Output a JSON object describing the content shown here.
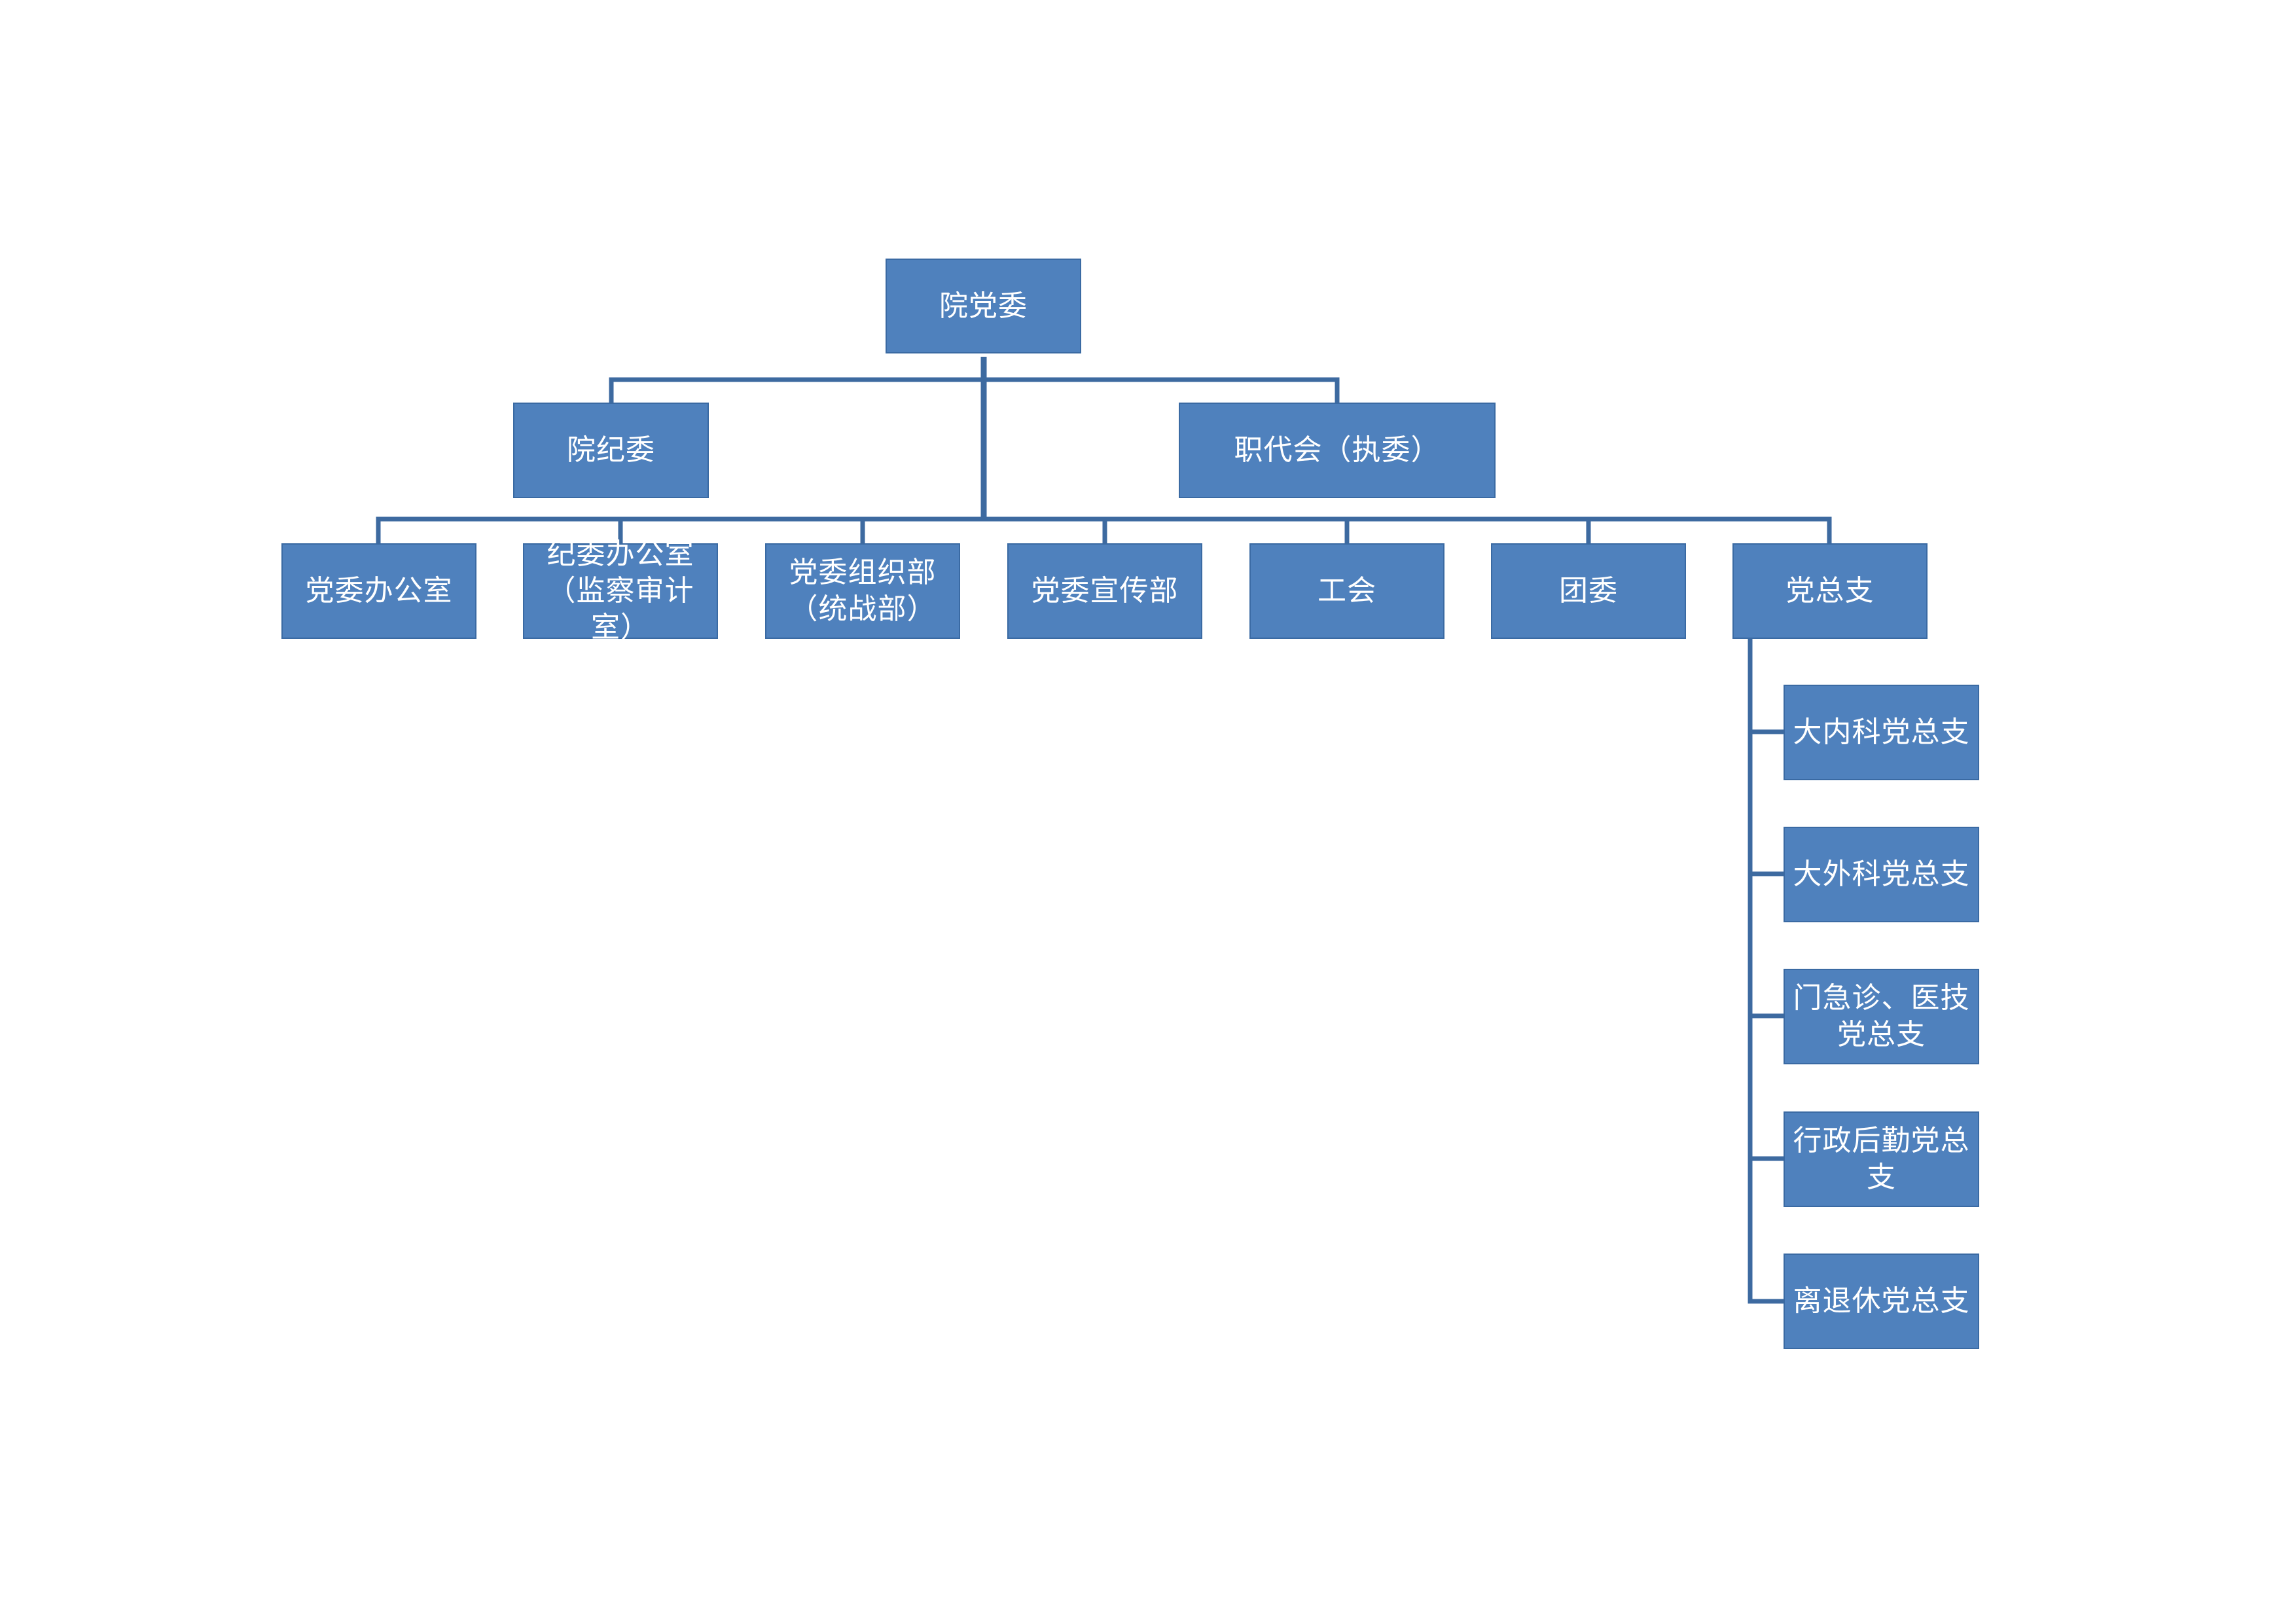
{
  "root": {
    "label": "院党委"
  },
  "level1": [
    {
      "key": "jiwei",
      "label": "院纪委"
    },
    {
      "key": "zhidaihui",
      "label": "职代会（执委）"
    }
  ],
  "departments": [
    {
      "key": "dangwei-office",
      "label": "党委办公室"
    },
    {
      "key": "jiwei-office",
      "label": "纪委办公室\n（监察审计室）"
    },
    {
      "key": "org-dept",
      "label": "党委组织部\n（统战部）"
    },
    {
      "key": "propaganda-dept",
      "label": "党委宣传部"
    },
    {
      "key": "union",
      "label": "工会"
    },
    {
      "key": "youth-league",
      "label": "团委"
    },
    {
      "key": "general-branch",
      "label": "党总支"
    }
  ],
  "branches": [
    {
      "key": "internal-medicine",
      "label": "大内科党总支"
    },
    {
      "key": "surgery",
      "label": "大外科党总支"
    },
    {
      "key": "emergency-tech",
      "label": "门急诊、医技\n党总支"
    },
    {
      "key": "admin-logistics",
      "label": "行政后勤党总\n支"
    },
    {
      "key": "retirees",
      "label": "离退休党总支"
    }
  ],
  "colors": {
    "box": "#4f81bd",
    "box_border": "#3a6aa3",
    "connector": "#3d6aa0",
    "text": "#ffffff"
  }
}
